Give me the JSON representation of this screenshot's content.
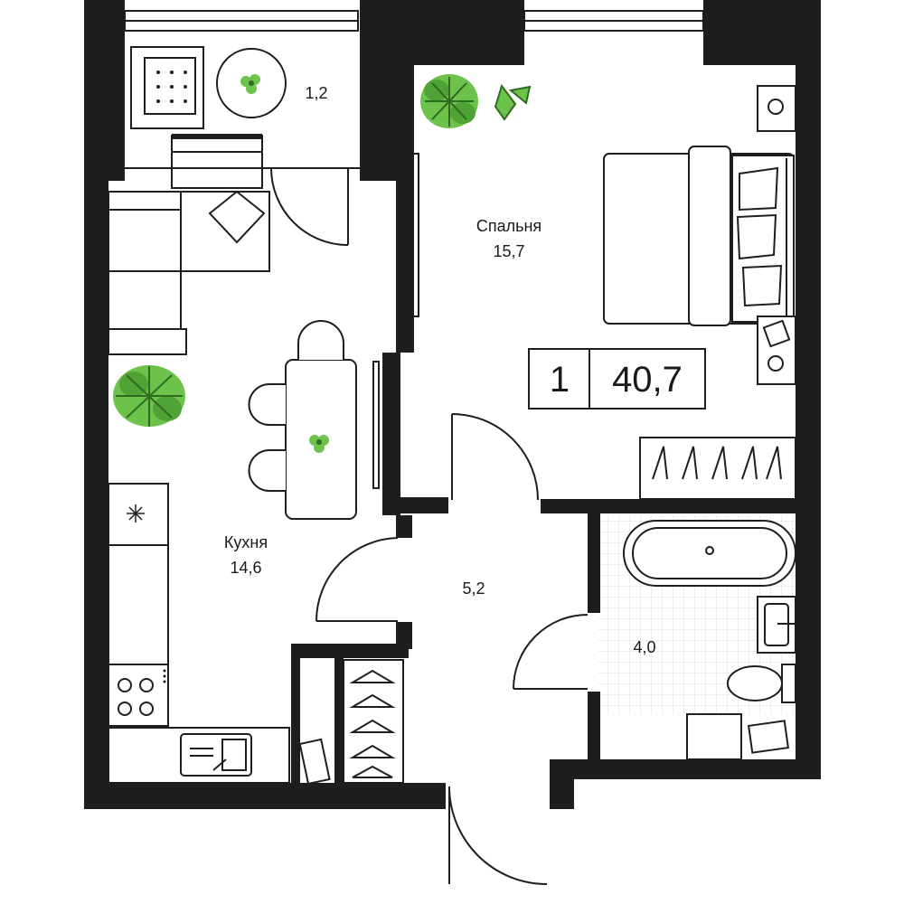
{
  "rooms": {
    "balcony": {
      "area": "1,2"
    },
    "bedroom": {
      "name": "Спальня",
      "area": "15,7"
    },
    "kitchen": {
      "name": "Кухня",
      "area": "14,6"
    },
    "hall": {
      "area": "5,2"
    },
    "bathroom": {
      "area": "4,0"
    }
  },
  "summary": {
    "rooms_count": "1",
    "total_area": "40,7"
  },
  "colors": {
    "wall": "#1e1e1e",
    "plant": "#6cc24a",
    "plant_dark": "#2f6b21",
    "line": "#1e1e1e"
  }
}
